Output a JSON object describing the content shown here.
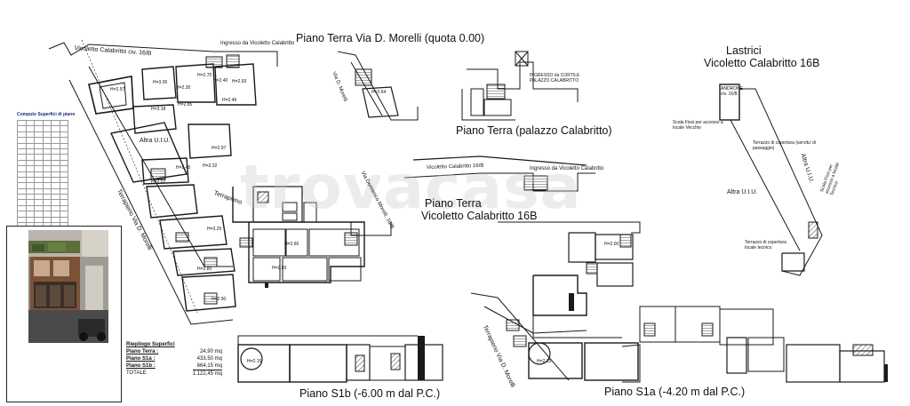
{
  "titles": {
    "ground_morelli": "Piano Terra Via D. Morelli (quota 0.00)",
    "ground_palazzo": "Piano Terra (palazzo Calabritto)",
    "ground_vicoletto_1": "Piano Terra",
    "ground_vicoletto_2": "Vicoletto Calabritto 16B",
    "lastrici_1": "Lastrici",
    "lastrici_2": "Vicoletto Calabritto 16B",
    "s1b": "Piano S1b (-6.00 m dal P.C.)",
    "s1a": "Piano S1a (-4.20 m dal P.C.)"
  },
  "street_labels": {
    "vicoletto_civ": "Vicoletto Calabritto civ. 16/B",
    "ingresso_vicoletto": "Ingresso da Vicoletto Calabritto",
    "altra_uiu": "Altra U.I.U.",
    "terrapieno": "Terrapieno",
    "terrapieno_via": "Terrapieno Via D. Morelli",
    "vicoletto_mid": "Vicoletto Calabritto 16/B",
    "ingresso_mid": "Ingresso da Vicoletto Calabritto",
    "ingresso_palazzo": "INGRESSO da CORTILE PALAZZO CALABRITTO",
    "terrazzo_1": "Terrazzo di copertura (servitu' di passaggio)",
    "terrazzo_2": "Terrazzo di copertura locale tecnico",
    "scala_1": "Scala Fissi per accesso a locale Vecchio",
    "scala_2": "Scala Fissi per accesso a locale Tecnico",
    "altra_uiu_right": "Altra U.I.U.",
    "altra_uiu_right2": "Altra U.I.U.",
    "androne": "ANDRONE civ. 16/B",
    "terrapieno_s1a": "Terrapieno Via D. Morelli",
    "via_morelli_small": "Via D. Morelli",
    "via_vertical_mid": "Via Domenico Morelli, 16/B"
  },
  "heights": [
    "H=2.57",
    "H=3.00",
    "H=2.30",
    "H=2.70",
    "H=2.40",
    "H=2.93",
    "H=2.46",
    "H=3.18",
    "H=2.85",
    "H=2.97",
    "H=2.45",
    "H=2.32",
    "H=2.52",
    "H=3.25",
    "H=2.80",
    "H=2.90",
    "H=2.60",
    "H=2.93",
    "H=2.00",
    "H=2.64",
    "H=2.15",
    "H=2.15"
  ],
  "computo": {
    "title": "Computo Superfici di piano"
  },
  "summary": {
    "header": "Riepilogo Superfici",
    "rows": [
      {
        "label": "Piano Terra :",
        "value": "24,90 mq"
      },
      {
        "label": "Piano S1a :",
        "value": "433,50 mq"
      },
      {
        "label": "Piano S1b :",
        "value": "664,15 mq"
      }
    ],
    "total_label": "TOTALE",
    "total_value": "1.122,45 mq"
  },
  "watermark": "trovacasa",
  "colors": {
    "line": "#1a1a1a",
    "accent": "#1a2a7a",
    "hatch": "#9a9a9a"
  }
}
